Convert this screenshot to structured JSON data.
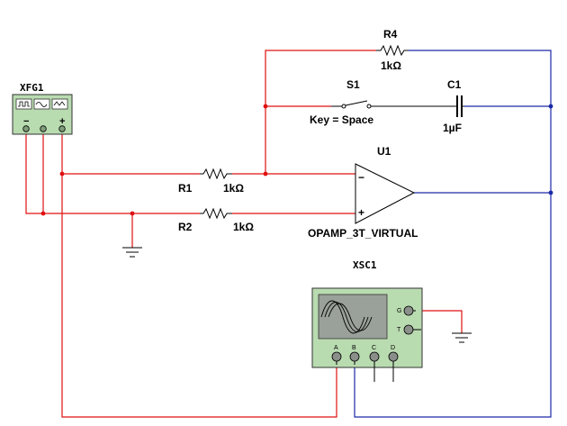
{
  "components": {
    "function_generator": {
      "ref": "XFG1",
      "terminals": [
        "−",
        "+"
      ]
    },
    "r1": {
      "ref": "R1",
      "value": "1kΩ"
    },
    "r2": {
      "ref": "R2",
      "value": "1kΩ"
    },
    "r4": {
      "ref": "R4",
      "value": "1kΩ"
    },
    "switch": {
      "ref": "S1",
      "key": "Key = Space"
    },
    "capacitor": {
      "ref": "C1",
      "value": "1µF"
    },
    "opamp": {
      "ref": "U1",
      "model": "OPAMP_3T_VIRTUAL",
      "minus": "−",
      "plus": "+"
    },
    "oscilloscope": {
      "ref": "XSC1",
      "terminals": [
        "G",
        "T",
        "A",
        "B",
        "C",
        "D"
      ]
    }
  },
  "colors": {
    "red_wire": "#e01010",
    "blue_wire": "#1a2aa8",
    "instrument_fill": "#b9dbb0"
  }
}
